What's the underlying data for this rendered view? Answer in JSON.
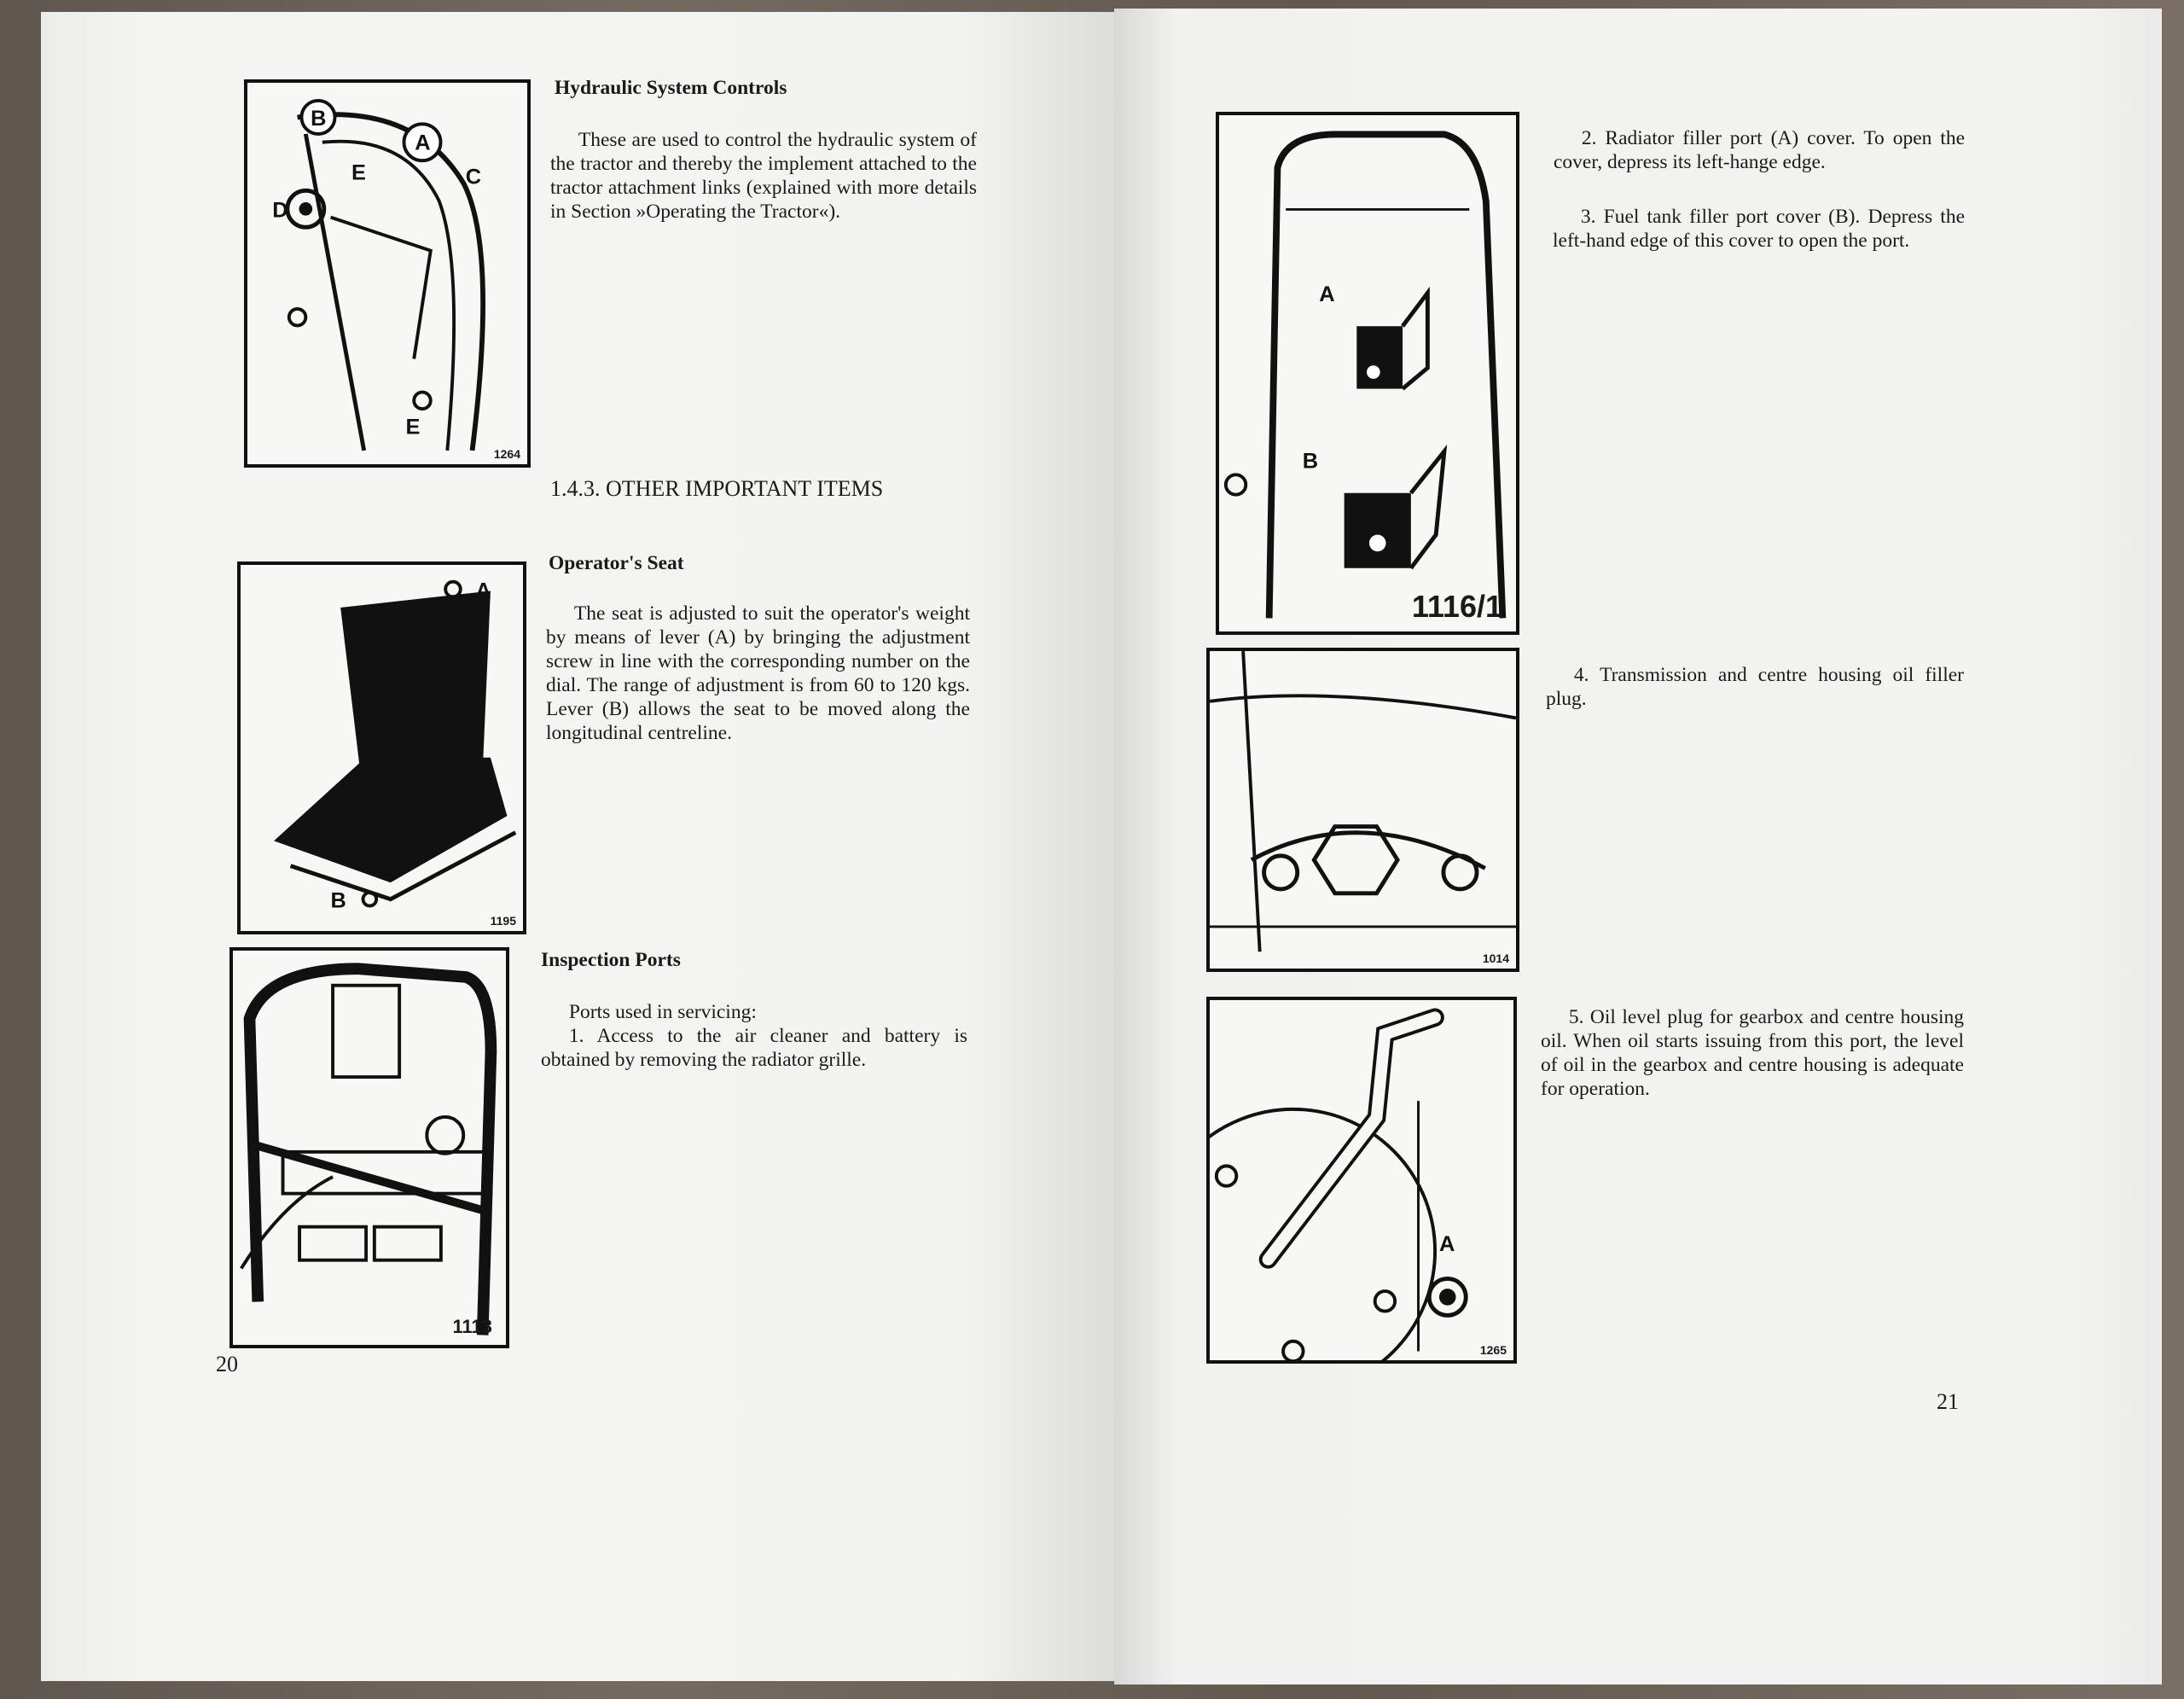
{
  "left_page": {
    "hydraulic": {
      "title": "Hydraulic System Controls",
      "body": "These are used to control the hydraulic system of the tractor and thereby the implement attached to the tractor attachment links (explained with more details in Section »Operating the Tractor«).",
      "figure_number": "1264",
      "figure_labels": [
        "B",
        "A",
        "C",
        "E",
        "D",
        "E"
      ]
    },
    "section_heading": "1.4.3. OTHER IMPORTANT ITEMS",
    "seat": {
      "title": "Operator's Seat",
      "body": "The seat is adjusted to suit the operator's weight by means of lever (A) by bringing the adjustment screw in line with the corresponding number on the dial. The range of adjustment is from 60 to 120 kgs. Lever (B) allows the seat to be moved along the longitudinal centreline.",
      "figure_number": "1195",
      "figure_labels": [
        "A",
        "B"
      ]
    },
    "inspection": {
      "title": "Inspection Ports",
      "intro": "Ports used in servicing:",
      "item1": "1. Access to the air cleaner and battery is obtained by removing the radiator grille.",
      "figure_number": "1113"
    },
    "page_number": "20"
  },
  "right_page": {
    "item2": "2. Radiator filler port (A) cover. To open the cover, depress its left-hange edge.",
    "item3": "3. Fuel tank filler port cover (B). Depress the left-hand edge of this cover to open the port.",
    "item4": "4. Transmission and centre housing oil filler plug.",
    "item5": "5. Oil level plug for gearbox and centre housing oil. When oil starts issuing from this port, the level of oil in the gearbox and centre housing is adequate for operation.",
    "fig_ports": {
      "figure_number": "1116/1",
      "labels": [
        "A",
        "B"
      ]
    },
    "fig_plug": {
      "figure_number": "1014"
    },
    "fig_level": {
      "figure_number": "1265",
      "labels": [
        "A"
      ]
    },
    "page_number": "21"
  }
}
